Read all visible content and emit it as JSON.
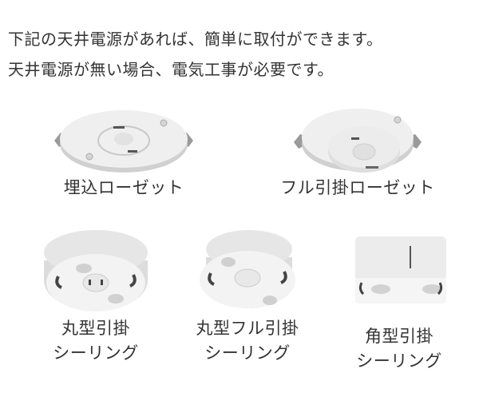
{
  "intro": {
    "line1": "下記の天井電源があれば、簡単に取付ができます。",
    "line2": "天井電源が無い場合、電気工事が必要です。"
  },
  "items": [
    {
      "icon": "embedded-rosette-icon",
      "label_lines": [
        "埋込ローゼット"
      ]
    },
    {
      "icon": "full-hook-rosette-icon",
      "label_lines": [
        "フル引掛ローゼット"
      ]
    },
    {
      "icon": "round-hook-ceiling-icon",
      "label_lines": [
        "丸型引掛",
        "シーリング"
      ]
    },
    {
      "icon": "round-full-hook-ceiling-icon",
      "label_lines": [
        "丸型フル引掛",
        "シーリング"
      ]
    },
    {
      "icon": "square-hook-ceiling-icon",
      "label_lines": [
        "角型引掛",
        "シーリング"
      ]
    }
  ],
  "colors": {
    "text": "#333333",
    "fixture_body": "#eeeeee",
    "fixture_shadow": "#c8c8c8",
    "fixture_dark": "#555555"
  }
}
